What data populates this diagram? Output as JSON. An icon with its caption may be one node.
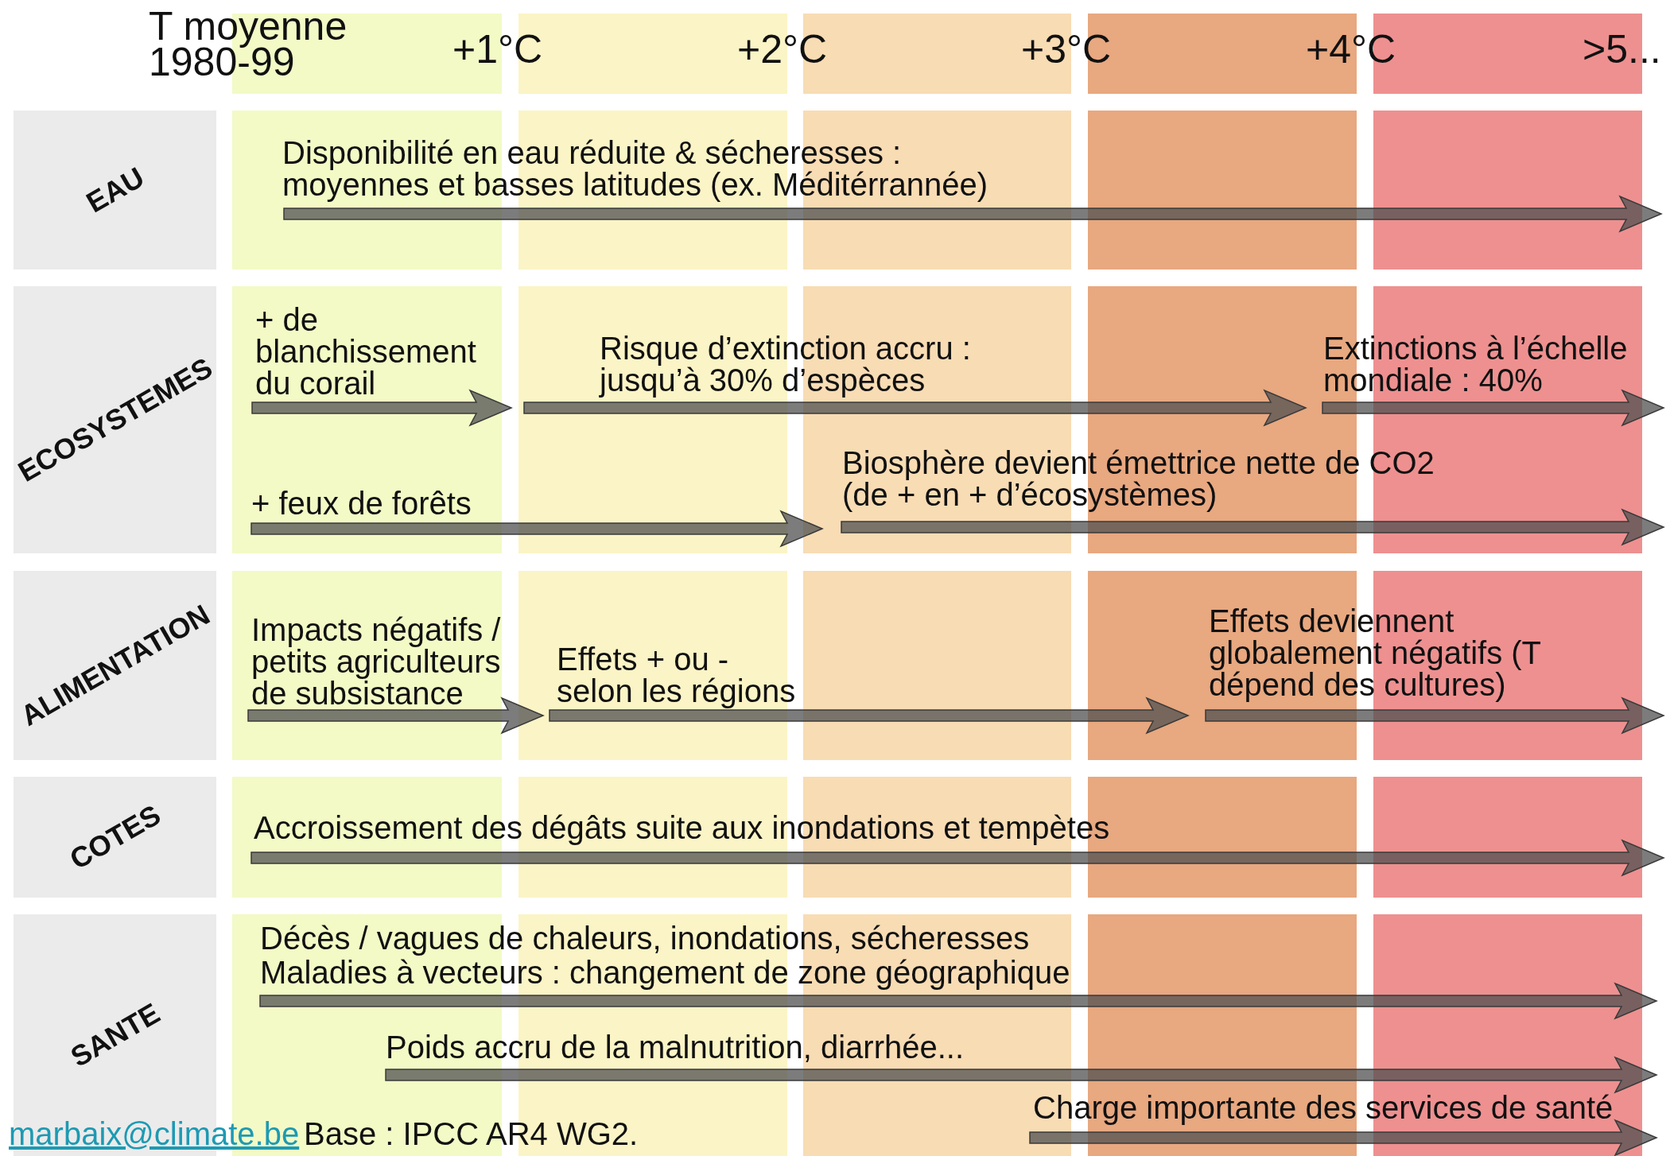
{
  "diagram": {
    "nodes": [
      {
        "text": [
          "EAU"
        ]
      },
      {
        "text": [
          "ECOSYSTEMES"
        ]
      },
      {
        "text": [
          "ALIMENTATION"
        ]
      },
      {
        "text": [
          "COTES"
        ]
      },
      {
        "text": [
          "SANTE"
        ]
      }
    ],
    "labels": [
      "T moyenne 1980-99",
      "+1°C",
      "+2°C",
      "+3°C",
      "+4°C",
      ">5...",
      "Disponibilité en eau réduite & sécheresses : moyennes et basses latitudes (ex. Méditérrannée)",
      "+ de blanchissement du corail",
      "Risque d’extinction accru : jusqu’à 30% d’espèces",
      "Extinctions à l’échelle mondiale : 40%",
      "Biosphère devient émettrice nette de CO2 (de + en + d’écosystèmes)",
      "+ feux de forêts",
      "Impacts négatifs / petits agriculteurs de subsistance",
      "Effets + ou - selon les régions",
      "Effets deviennent globalement négatifs (T dépend des cultures)",
      "Accroissement des dégâts suite aux inondations et tempètes",
      "Décès / vagues de chaleurs, inondations, sécheresses",
      "Maladies à vecteurs : changement de zone géographique",
      "Poids accru de la malnutrition, diarrhée...",
      "Charge importante des services de santé",
      "marbaix@climate.be",
      "Base : IPCC AR4 WG2."
    ]
  }
}
